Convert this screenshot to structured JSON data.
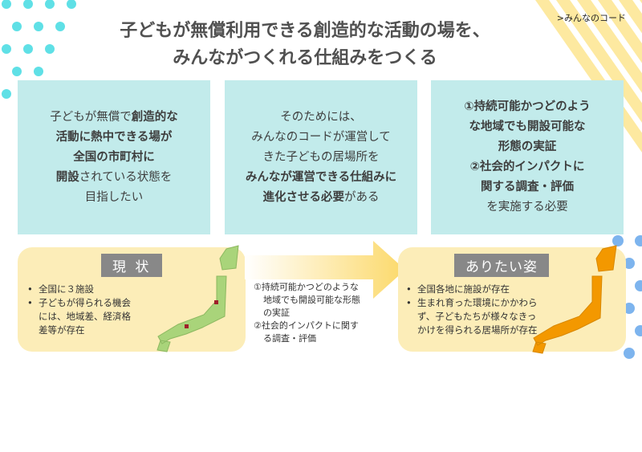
{
  "header": {
    "title_lines": [
      "子どもが無償利用できる創造的な活動の場を、",
      "みんながつくれる仕組みをつくる"
    ],
    "brand": ">みんなのコード"
  },
  "boxes": [
    {
      "lines": [
        [
          {
            "t": "子どもが無償で",
            "b": false
          },
          {
            "t": "創造的な",
            "b": true
          }
        ],
        [
          {
            "t": "活動に熱中できる場が",
            "b": true
          }
        ],
        [
          {
            "t": "全国の市町村に",
            "b": true
          }
        ],
        [
          {
            "t": "開設",
            "b": true
          },
          {
            "t": "されている状態を",
            "b": false
          }
        ],
        [
          {
            "t": "目指したい",
            "b": false
          }
        ]
      ]
    },
    {
      "lines": [
        [
          {
            "t": "そのためには、",
            "b": false
          }
        ],
        [
          {
            "t": "みんなのコードが運営して",
            "b": false
          }
        ],
        [
          {
            "t": "きた子どもの居場所を",
            "b": false
          }
        ],
        [
          {
            "t": "みんなが運営できる仕組みに",
            "b": true
          }
        ],
        [
          {
            "t": "進化させる必要",
            "b": true
          },
          {
            "t": "がある",
            "b": false
          }
        ]
      ]
    },
    {
      "lines": [
        [
          {
            "t": "①持続可能かつどのよう",
            "b": true
          }
        ],
        [
          {
            "t": "な地域でも開設可能な",
            "b": true
          }
        ],
        [
          {
            "t": "形態の実証",
            "b": true
          }
        ],
        [
          {
            "t": "②社会的インパクトに",
            "b": true
          }
        ],
        [
          {
            "t": "関する調査・評価",
            "b": true
          }
        ],
        [
          {
            "t": "を実施する必要",
            "b": false
          }
        ]
      ]
    }
  ],
  "current": {
    "title": "現 状",
    "bullets": [
      "全国に３施設",
      "子どもが得られる機会には、地域差、経済格差等が存在"
    ]
  },
  "middle": {
    "lines": [
      "①持続可能かつどのような",
      "地域でも開設可能な形態",
      "の実証",
      "②社会的インパクトに関す",
      "る調査・評価"
    ]
  },
  "ideal": {
    "title": "ありたい姿",
    "bullets": [
      "全国各地に施設が存在",
      "生まれ育った環境にかかわらず、子どもたちが様々なきっかけを得られる居場所が存在"
    ]
  },
  "colors": {
    "box": "#c2ebeb",
    "panel": "#fcedb8",
    "cyan_dots": "#5fe0e6",
    "blue_dots": "#7db4ee",
    "stripes": "#fde9a0",
    "map": "#a9d47a",
    "facility": "#f39800"
  }
}
